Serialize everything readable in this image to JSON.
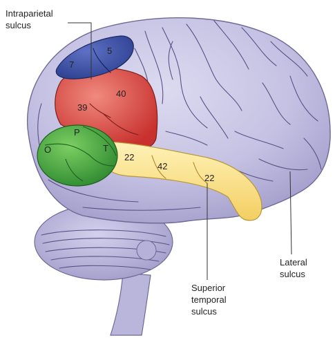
{
  "labels": {
    "intraparietal": [
      "Intraparietal",
      "sulcus"
    ],
    "lateral": [
      "Lateral",
      "sulcus"
    ],
    "superior_temporal": [
      "Superior",
      "temporal",
      "sulcus"
    ]
  },
  "areas": {
    "a5": "5",
    "a7": "7",
    "a40": "40",
    "a39": "39",
    "occipital": "O",
    "parietal": "P",
    "temporal": "T",
    "a22_left": "22",
    "a42": "42",
    "a22_right": "22"
  },
  "colors": {
    "brain": "#c7c4e4",
    "brain_shadow": "#a9a5d0",
    "cerebellum": "#bcb8dd",
    "blue_region": "#35479a",
    "red_region": "#d64a44",
    "green_region": "#3ea33c",
    "yellow_region": "#f8e291"
  }
}
